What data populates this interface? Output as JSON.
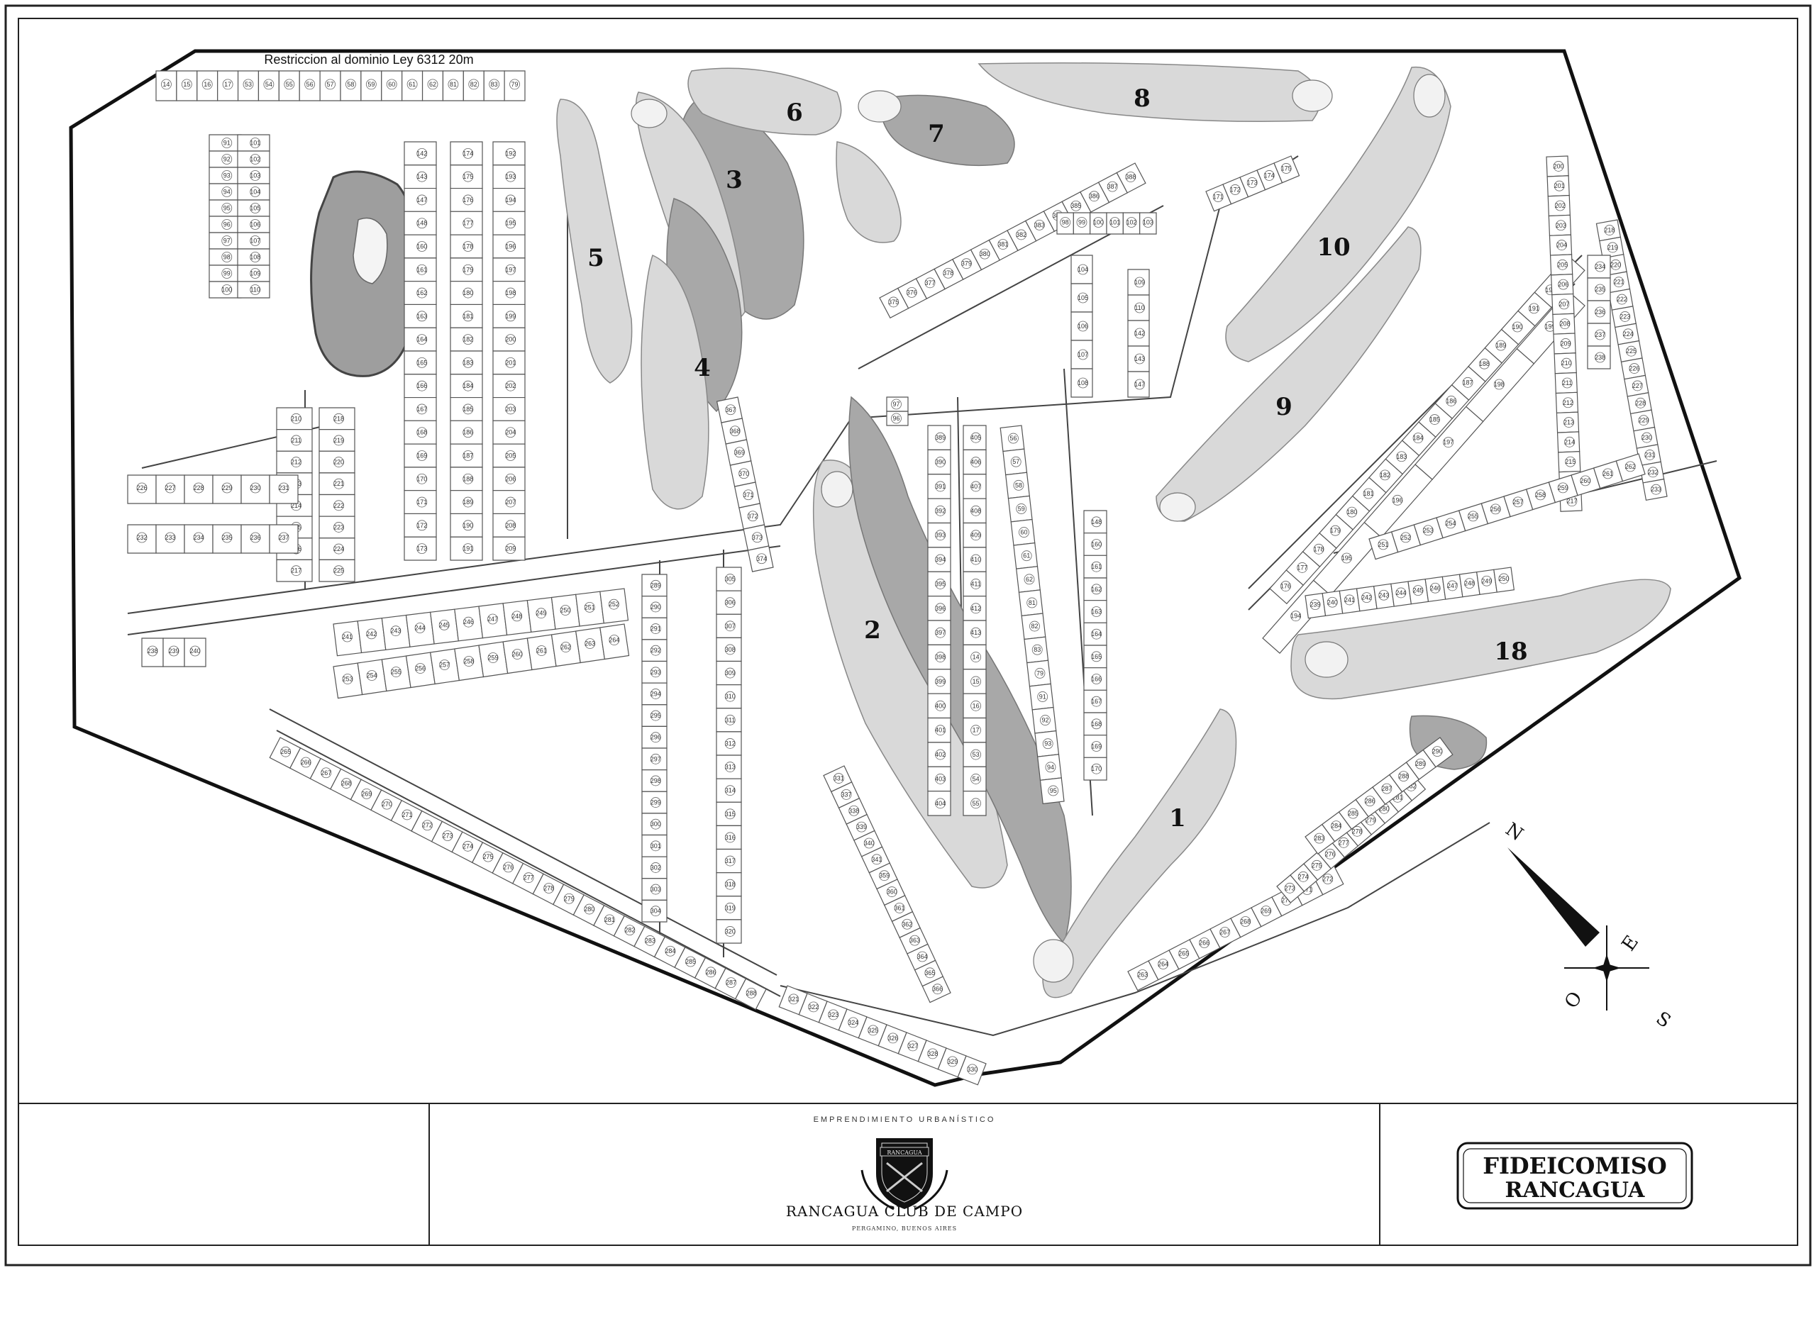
{
  "map": {
    "top_label": "Restriccion al dominio Ley 6312  20m",
    "holes": [
      "1",
      "2",
      "3",
      "4",
      "5",
      "6",
      "7",
      "8",
      "9",
      "10",
      "18"
    ],
    "lot_numbers_sample": [
      "14",
      "15",
      "16",
      "17",
      "53",
      "54",
      "55",
      "56",
      "57",
      "58",
      "59",
      "60",
      "61",
      "62",
      "81",
      "82",
      "83",
      "79",
      "91",
      "92",
      "93",
      "94",
      "95",
      "96",
      "97",
      "98",
      "99",
      "100",
      "101",
      "102",
      "103",
      "104",
      "105",
      "106",
      "107",
      "108",
      "109",
      "110",
      "142",
      "143",
      "147",
      "148",
      "160",
      "161",
      "162",
      "163",
      "164",
      "165",
      "166",
      "167",
      "168",
      "169",
      "170",
      "171",
      "172",
      "173",
      "174",
      "175",
      "176",
      "177",
      "178",
      "179",
      "180",
      "181",
      "182",
      "183",
      "184",
      "185",
      "186",
      "187",
      "188",
      "189",
      "190",
      "191",
      "192",
      "193",
      "194",
      "195",
      "196",
      "197",
      "198",
      "199",
      "200",
      "201",
      "202",
      "203",
      "204",
      "205",
      "206",
      "207",
      "208",
      "209",
      "210",
      "211",
      "212",
      "213",
      "214",
      "215",
      "216",
      "217",
      "218",
      "219",
      "220",
      "221",
      "222",
      "223",
      "224",
      "225",
      "226",
      "227",
      "228",
      "229",
      "230",
      "231",
      "232",
      "233",
      "234",
      "235",
      "236",
      "237",
      "238",
      "239",
      "240",
      "241",
      "242",
      "243",
      "244",
      "245",
      "246",
      "247",
      "248",
      "249",
      "250",
      "251",
      "252",
      "253",
      "254",
      "255",
      "256",
      "257",
      "258",
      "259",
      "260",
      "261",
      "262",
      "263",
      "264",
      "265",
      "266",
      "267",
      "268",
      "269",
      "270",
      "271",
      "272",
      "273",
      "274",
      "275",
      "276",
      "277",
      "278",
      "279",
      "280",
      "281",
      "282",
      "283",
      "284",
      "285",
      "286",
      "287",
      "288",
      "289",
      "290",
      "291",
      "292",
      "293",
      "294",
      "295",
      "296",
      "297",
      "298",
      "299",
      "300",
      "301",
      "302",
      "303",
      "304",
      "305",
      "306",
      "307",
      "308",
      "309",
      "310",
      "311",
      "312",
      "313",
      "314",
      "315",
      "316",
      "317",
      "318",
      "319",
      "320",
      "321",
      "322",
      "323",
      "324",
      "325",
      "326",
      "327",
      "328",
      "329",
      "330",
      "331",
      "337",
      "338",
      "339",
      "340",
      "341",
      "359",
      "360",
      "361",
      "362",
      "363",
      "364",
      "365",
      "366",
      "367",
      "368",
      "369",
      "370",
      "371",
      "372",
      "373",
      "374",
      "375",
      "376",
      "377",
      "378",
      "379",
      "380",
      "381",
      "382",
      "383",
      "384",
      "385",
      "386",
      "387",
      "388",
      "389",
      "390",
      "391",
      "392",
      "393",
      "394",
      "395",
      "396",
      "397",
      "398",
      "399",
      "400",
      "401",
      "402",
      "403",
      "404",
      "405",
      "406",
      "407",
      "408",
      "409",
      "410",
      "411",
      "412",
      "413"
    ],
    "compass": {
      "n": "N",
      "e": "E",
      "s": "S",
      "o": "O"
    }
  },
  "title_block": {
    "tagline": "EMPRENDIMIENTO URBANÍSTICO",
    "shield_text": "RANCAGUA",
    "club_name": "RANCAGUA CLUB DE CAMPO",
    "location": "PERGAMINO, BUENOS AIRES",
    "fideicomiso_line1": "FIDEICOMISO",
    "fideicomiso_line2": "RANCAGUA"
  }
}
